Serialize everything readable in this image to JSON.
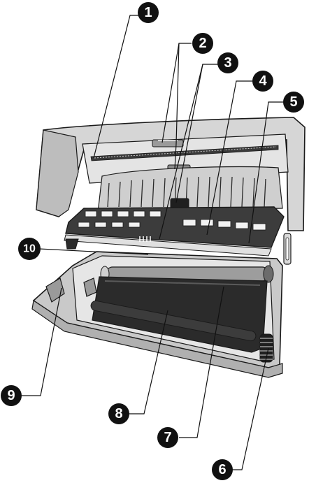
{
  "diagram": {
    "callouts": [
      {
        "id": "1",
        "label": "1"
      },
      {
        "id": "2",
        "label": "2"
      },
      {
        "id": "3",
        "label": "3"
      },
      {
        "id": "4",
        "label": "4"
      },
      {
        "id": "5",
        "label": "5"
      },
      {
        "id": "6",
        "label": "6"
      },
      {
        "id": "7",
        "label": "7"
      },
      {
        "id": "8",
        "label": "8"
      },
      {
        "id": "9",
        "label": "9"
      },
      {
        "id": "10",
        "label": "10"
      }
    ],
    "colors": {
      "body_light": "#d9d9d9",
      "body_mid": "#b5b5b5",
      "body_dark": "#6e6e6e",
      "roll_dark": "#2b2b2b",
      "outline": "#1a1a1a",
      "callout_fill": "#111111"
    }
  }
}
